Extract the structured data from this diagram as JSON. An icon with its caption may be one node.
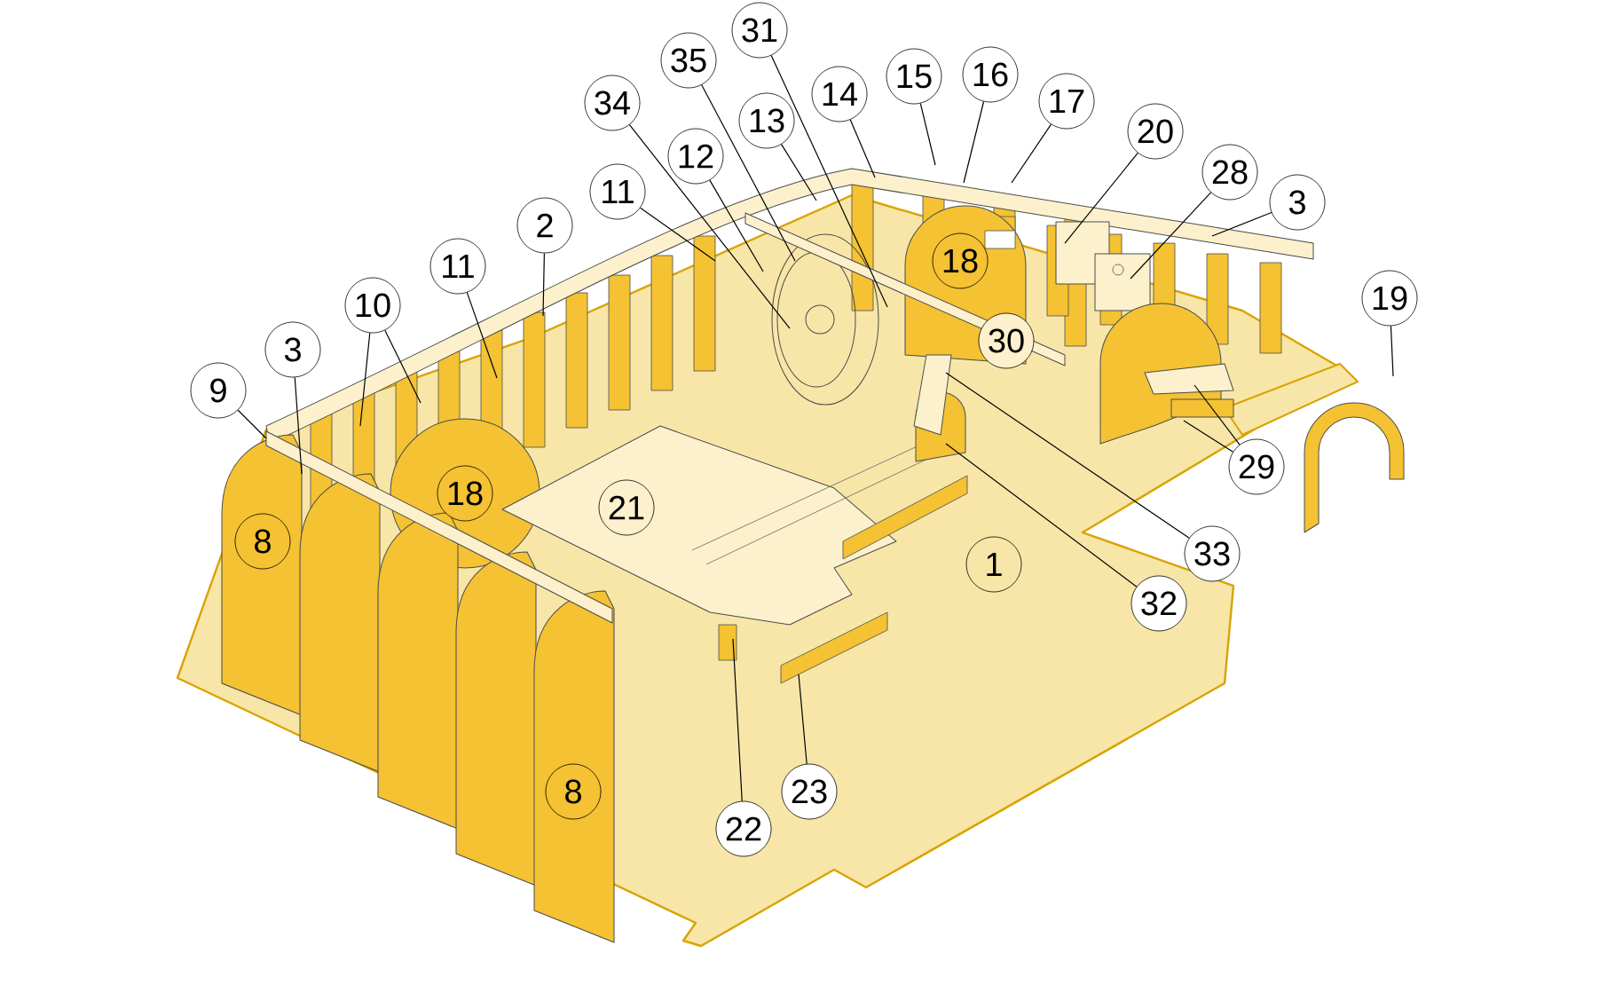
{
  "diagram": {
    "nodes": [
      {
        "text": [
          "31"
        ]
      },
      {
        "text": [
          "35"
        ]
      },
      {
        "text": [
          "16"
        ]
      },
      {
        "text": [
          "15"
        ]
      },
      {
        "text": [
          "14"
        ]
      },
      {
        "text": [
          "17"
        ]
      },
      {
        "text": [
          "34"
        ]
      },
      {
        "text": [
          "13"
        ]
      },
      {
        "text": [
          "20"
        ]
      },
      {
        "text": [
          "12"
        ]
      },
      {
        "text": [
          "28"
        ]
      },
      {
        "text": [
          "11"
        ]
      },
      {
        "text": [
          "3"
        ]
      },
      {
        "text": [
          "2"
        ]
      },
      {
        "text": [
          "11"
        ]
      },
      {
        "text": [
          "19"
        ]
      },
      {
        "text": [
          "10"
        ]
      },
      {
        "text": [
          "3"
        ]
      },
      {
        "text": [
          "9"
        ]
      },
      {
        "text": [
          "29"
        ]
      },
      {
        "text": [
          "33"
        ]
      },
      {
        "text": [
          "32"
        ]
      },
      {
        "text": [
          "23"
        ]
      },
      {
        "text": [
          "22"
        ]
      }
    ],
    "edges": [
      {
        "from": 0,
        "to": null,
        "arrow": "none"
      },
      {
        "from": 1,
        "to": null,
        "arrow": "none"
      },
      {
        "from": 2,
        "to": null,
        "arrow": "none"
      },
      {
        "from": 3,
        "to": null,
        "arrow": "none"
      },
      {
        "from": 4,
        "to": null,
        "arrow": "none"
      },
      {
        "from": 5,
        "to": null,
        "arrow": "none"
      },
      {
        "from": 6,
        "to": null,
        "arrow": "none"
      },
      {
        "from": 7,
        "to": null,
        "arrow": "none"
      },
      {
        "from": 8,
        "to": null,
        "arrow": "none"
      },
      {
        "from": 9,
        "to": null,
        "arrow": "none"
      },
      {
        "from": 10,
        "to": null,
        "arrow": "none"
      },
      {
        "from": 11,
        "to": null,
        "arrow": "none"
      },
      {
        "from": 12,
        "to": null,
        "arrow": "none"
      },
      {
        "from": 13,
        "to": null,
        "arrow": "none"
      },
      {
        "from": 14,
        "to": null,
        "arrow": "none"
      },
      {
        "from": 15,
        "to": null,
        "arrow": "none"
      },
      {
        "from": 16,
        "to": null,
        "arrow": "none"
      },
      {
        "from": 16,
        "to": null,
        "arrow": "none"
      },
      {
        "from": 17,
        "to": null,
        "arrow": "none"
      },
      {
        "from": 18,
        "to": null,
        "arrow": "none"
      },
      {
        "from": 19,
        "to": null,
        "arrow": "none"
      },
      {
        "from": 19,
        "to": null,
        "arrow": "none"
      },
      {
        "from": 20,
        "to": null,
        "arrow": "none"
      },
      {
        "from": 21,
        "to": null,
        "arrow": "none"
      },
      {
        "from": 22,
        "to": null,
        "arrow": "none"
      },
      {
        "from": 23,
        "to": null,
        "arrow": "none"
      }
    ],
    "labels": [
      "18",
      "30",
      "18",
      "21",
      "8",
      "1",
      "8"
    ]
  }
}
